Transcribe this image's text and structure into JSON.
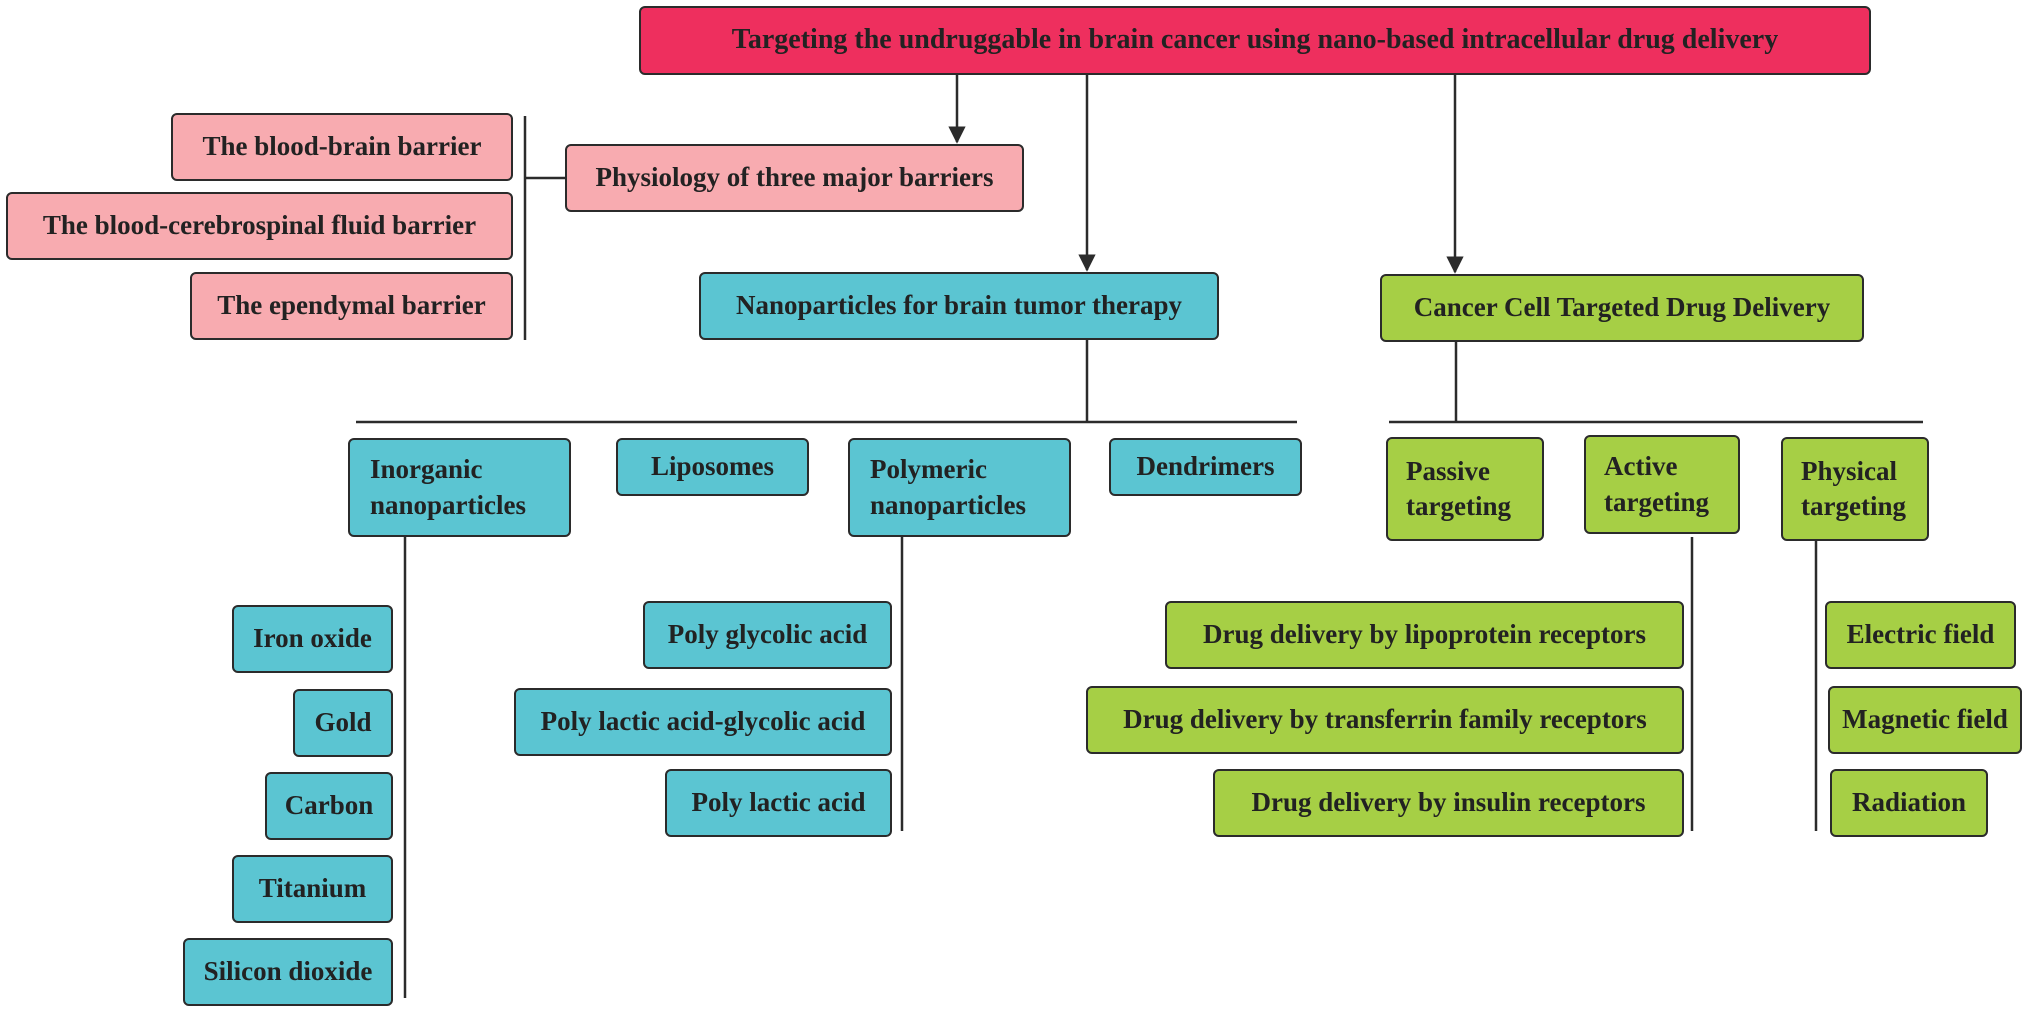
{
  "colors": {
    "title_fill": "#ee2f5e",
    "barrier_fill": "#f8abb0",
    "nanoparticle_fill": "#5bc5d2",
    "targeting_fill": "#a6cf45",
    "border": "#2b2b2b",
    "connector": "#2b2b2b"
  },
  "title": "Targeting the undruggable in brain cancer using nano-based intracellular drug delivery",
  "barriers": {
    "label": "Physiology of three major barriers",
    "items": [
      "The blood-brain barrier",
      "The blood-cerebrospinal fluid barrier",
      "The ependymal barrier"
    ]
  },
  "nanoparticles": {
    "label": "Nanoparticles for brain tumor therapy",
    "categories": {
      "inorganic": "Inorganic nanoparticles",
      "liposomes": "Liposomes",
      "polymeric": "Polymeric nanoparticles",
      "dendrimers": "Dendrimers"
    },
    "inorganic_items": [
      "Iron oxide",
      "Gold",
      "Carbon",
      "Titanium",
      "Silicon dioxide"
    ],
    "polymeric_items": [
      "Poly glycolic acid",
      "Poly lactic acid-glycolic acid",
      "Poly lactic acid"
    ]
  },
  "targeting": {
    "label": "Cancer Cell Targeted Drug Delivery",
    "categories": {
      "passive": "Passive targeting",
      "active": "Active targeting",
      "physical": "Physical targeting"
    },
    "active_items": [
      "Drug delivery by lipoprotein receptors",
      "Drug delivery by transferrin family receptors",
      "Drug delivery by insulin receptors"
    ],
    "physical_items": [
      "Electric field",
      "Magnetic field",
      "Radiation"
    ]
  }
}
